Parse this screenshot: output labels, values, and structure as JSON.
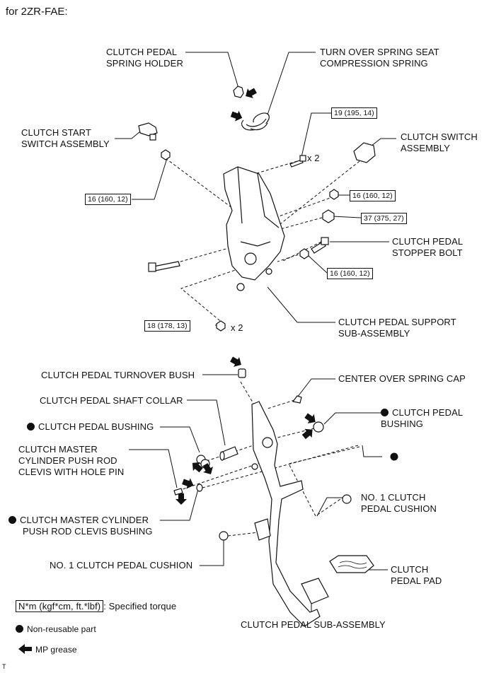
{
  "header": "for 2ZR-FAE:",
  "labels": {
    "spring_holder": [
      "CLUTCH PEDAL",
      "SPRING HOLDER"
    ],
    "turn_over_spring": [
      "TURN OVER SPRING SEAT",
      "COMPRESSION SPRING"
    ],
    "start_switch": [
      "CLUTCH START",
      "SWITCH ASSEMBLY"
    ],
    "clutch_switch": [
      "CLUTCH SWITCH",
      "ASSEMBLY"
    ],
    "stopper_bolt": [
      "CLUTCH PEDAL",
      "STOPPER BOLT"
    ],
    "support_sub": [
      "CLUTCH PEDAL SUPPORT",
      "SUB-ASSEMBLY"
    ],
    "turnover_bush": "CLUTCH PEDAL TURNOVER BUSH",
    "center_spring_cap": "CENTER OVER SPRING CAP",
    "shaft_collar": "CLUTCH PEDAL SHAFT COLLAR",
    "bushing_left": "CLUTCH PEDAL BUSHING",
    "bushing_right": [
      "CLUTCH PEDAL",
      "BUSHING"
    ],
    "clevis_pin": [
      "CLUTCH MASTER",
      "CYLINDER PUSH ROD",
      "CLEVIS WITH HOLE PIN"
    ],
    "clevis_bushing": [
      "CLUTCH MASTER CYLINDER",
      "PUSH ROD CLEVIS BUSHING"
    ],
    "cushion_right": [
      "NO. 1 CLUTCH",
      "PEDAL CUSHION"
    ],
    "cushion_left": "NO. 1 CLUTCH PEDAL CUSHION",
    "pedal_pad": [
      "CLUTCH",
      "PEDAL PAD"
    ],
    "pedal_sub": "CLUTCH PEDAL SUB-ASSEMBLY"
  },
  "torques": {
    "t19": "19 (195, 14)",
    "t16a": "16 (160, 12)",
    "t16b": "16 (160, 12)",
    "t37": "37 (375, 27)",
    "t16c": "16 (160, 12)",
    "t18": "18 (178, 13)"
  },
  "multipliers": {
    "m1": "x 2",
    "m2": "x 2"
  },
  "legend": {
    "torque_box": "N*m (kgf*cm, ft.*lbf)",
    "torque_text": ": Specified torque",
    "nonreusable": "Non-reusable part",
    "grease": "MP grease"
  },
  "corner_mark": "T"
}
